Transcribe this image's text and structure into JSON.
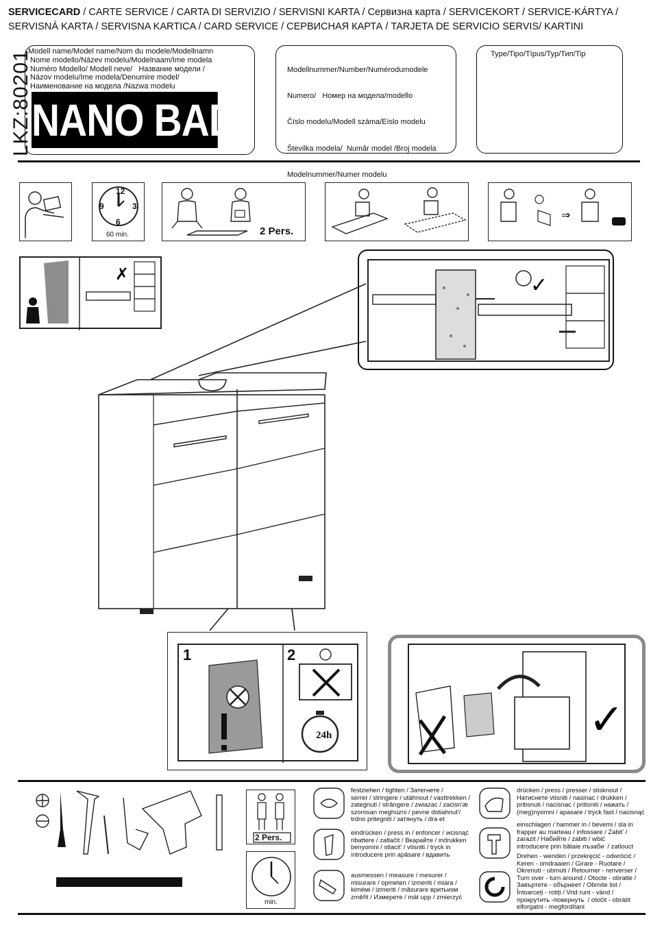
{
  "header": {
    "line1_bold": "SERVICECARD",
    "line1_rest": " / CARTE SERVICE / CARTA DI SERVIZIO / SERVISNI KARTA / Сервизна карта / SERVICEKORT / SERVICE-KÁRTYA /",
    "line2": "SERVISNÁ KARTA / SERVISNA KARTICA / CARD SERVICE / СЕРВИСНАЯ КАРТА / TARJETA DE SERVICIO SERVIS/ KARTINI"
  },
  "product_code": "LKZ:80201",
  "model_name_box": {
    "lines": [
      "Modell name/Model name/Nom du modele/Modellnamn",
      " Nome modello/Název modelu/Modelnaam/Ime modela",
      " Numéro Modello/ Modell neve/   Название модели /",
      " Názov modelu/Ime modela/Denumire model/",
      " Наименование на модела /Nazwa modelu"
    ],
    "value": "NANO BAD"
  },
  "model_number_box": {
    "lines": [
      "Modellnummer/Number/Numérodumodele",
      "Numero/   Номер на модела/modello",
      "Číslo modelu/Modell száma/Eíslo modelu",
      "Številka modela/  Număr model /Broj modela",
      "Modelnummer/Numer modelu"
    ]
  },
  "type_box": {
    "label": "Type/Tipo/Típus/Typ/Тип/Tip"
  },
  "top_icons": {
    "clock_numbers": [
      "12",
      "3",
      "6",
      "9"
    ],
    "clock_label": "60 min.",
    "persons_label": "2 Pers."
  },
  "care_panel": {
    "step1": "1",
    "step2": "2",
    "timer": "24h"
  },
  "tools_panel": {
    "persons_label": "2 Pers.",
    "clock_label": "min."
  },
  "legend": [
    "festziehen / tighten / Затегнете /\nserrer / stringere / utáhnout / vasttrekken /\nzategnuti / strângere / zwiazac / zacisn'æ\nszorosan meghúzni / pevne dotiahnut'/\ntrdno pritegniti / затянуть / dra et",
    "eindrücken / press in / enfoncer / wcisnąć\nribattere / zatlačit / Вкарайте / indrukken\nbenyomni / stlacit' / vtisniti / tryck in\nintroducere prin apăsare / вдавить",
    "ausmessen / measure / mesurer /\nmisurare / opmeten / izmeriti / miara /\nkiméмi / izmeriti / măsurare вритьизм\nzměřit / Измерете / mät upp / zmierzyć",
    "drücken / press / presser / stisknout /\nНатиснете vtisniti / nasinac / drukken /\npritisnuti / nacisnac / pritisniti / нажать /\n(meg)nyomni / apasare / tryck fast / nacisnąć",
    "einschlagen / hammer in / bevemi / sla in\nfrapper au marteau / infossare / Zabit' /\nzarazit / Набийте / zabiti / wbić\nintroducere prin bătaie лъзаби  / zatlouct",
    "Drehen - wenden / przekręcić - odwrócić /\nKeren - omdraaien / Girare - Ruotare /\nOkrenuti - ubrnuti / Retourner - renverser /\nTurn over - turn around / Otocte - obratte /\nЗавъртете - обърнеет / Obrnite list /\nÎntoarceți - rotiți / Vrid runt - vänd /\nпрокрутить -повернуть  / otočit - obrátit\nelforgatni - megfordítani"
  ]
}
